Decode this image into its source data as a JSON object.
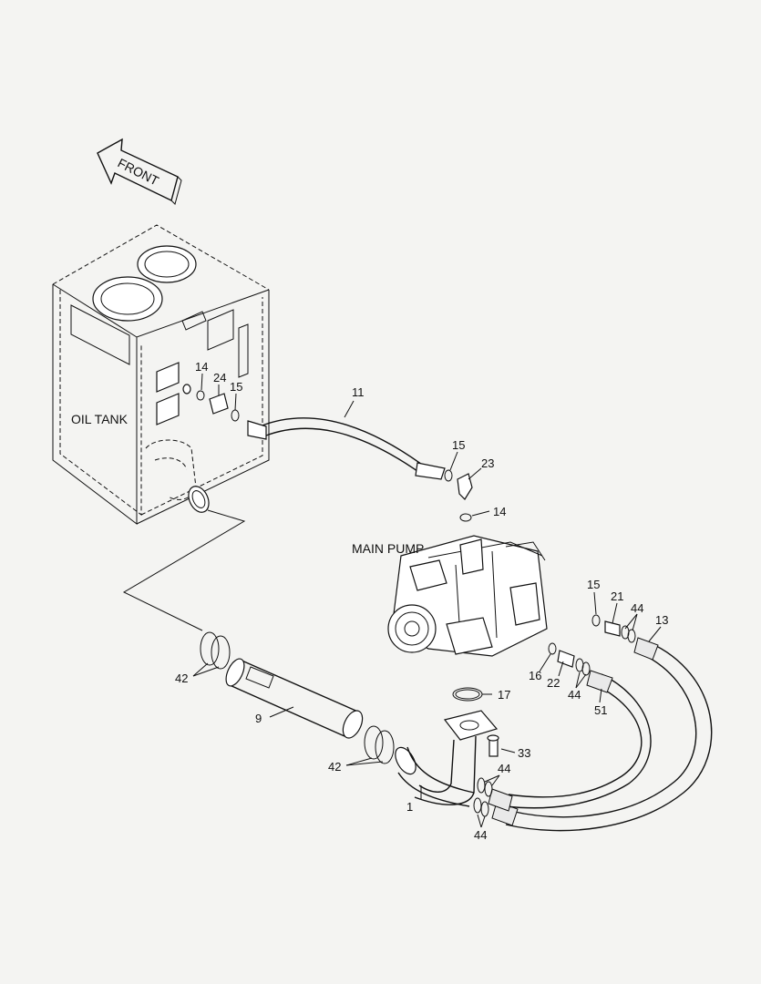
{
  "labels": {
    "front": "FRONT",
    "oil_tank": "OIL TANK",
    "main_pump": "MAIN PUMP",
    "p11": "11",
    "p14a": "14",
    "p24": "24",
    "p15a": "15",
    "p15b": "15",
    "p23": "23",
    "p14b": "14",
    "p15c": "15",
    "p21": "21",
    "p44a": "44",
    "p13": "13",
    "p16": "16",
    "p22": "22",
    "p44b": "44",
    "p51": "51",
    "p17": "17",
    "p42a": "42",
    "p9": "9",
    "p42b": "42",
    "p33": "33",
    "p44c": "44",
    "p1": "1",
    "p44d": "44"
  }
}
